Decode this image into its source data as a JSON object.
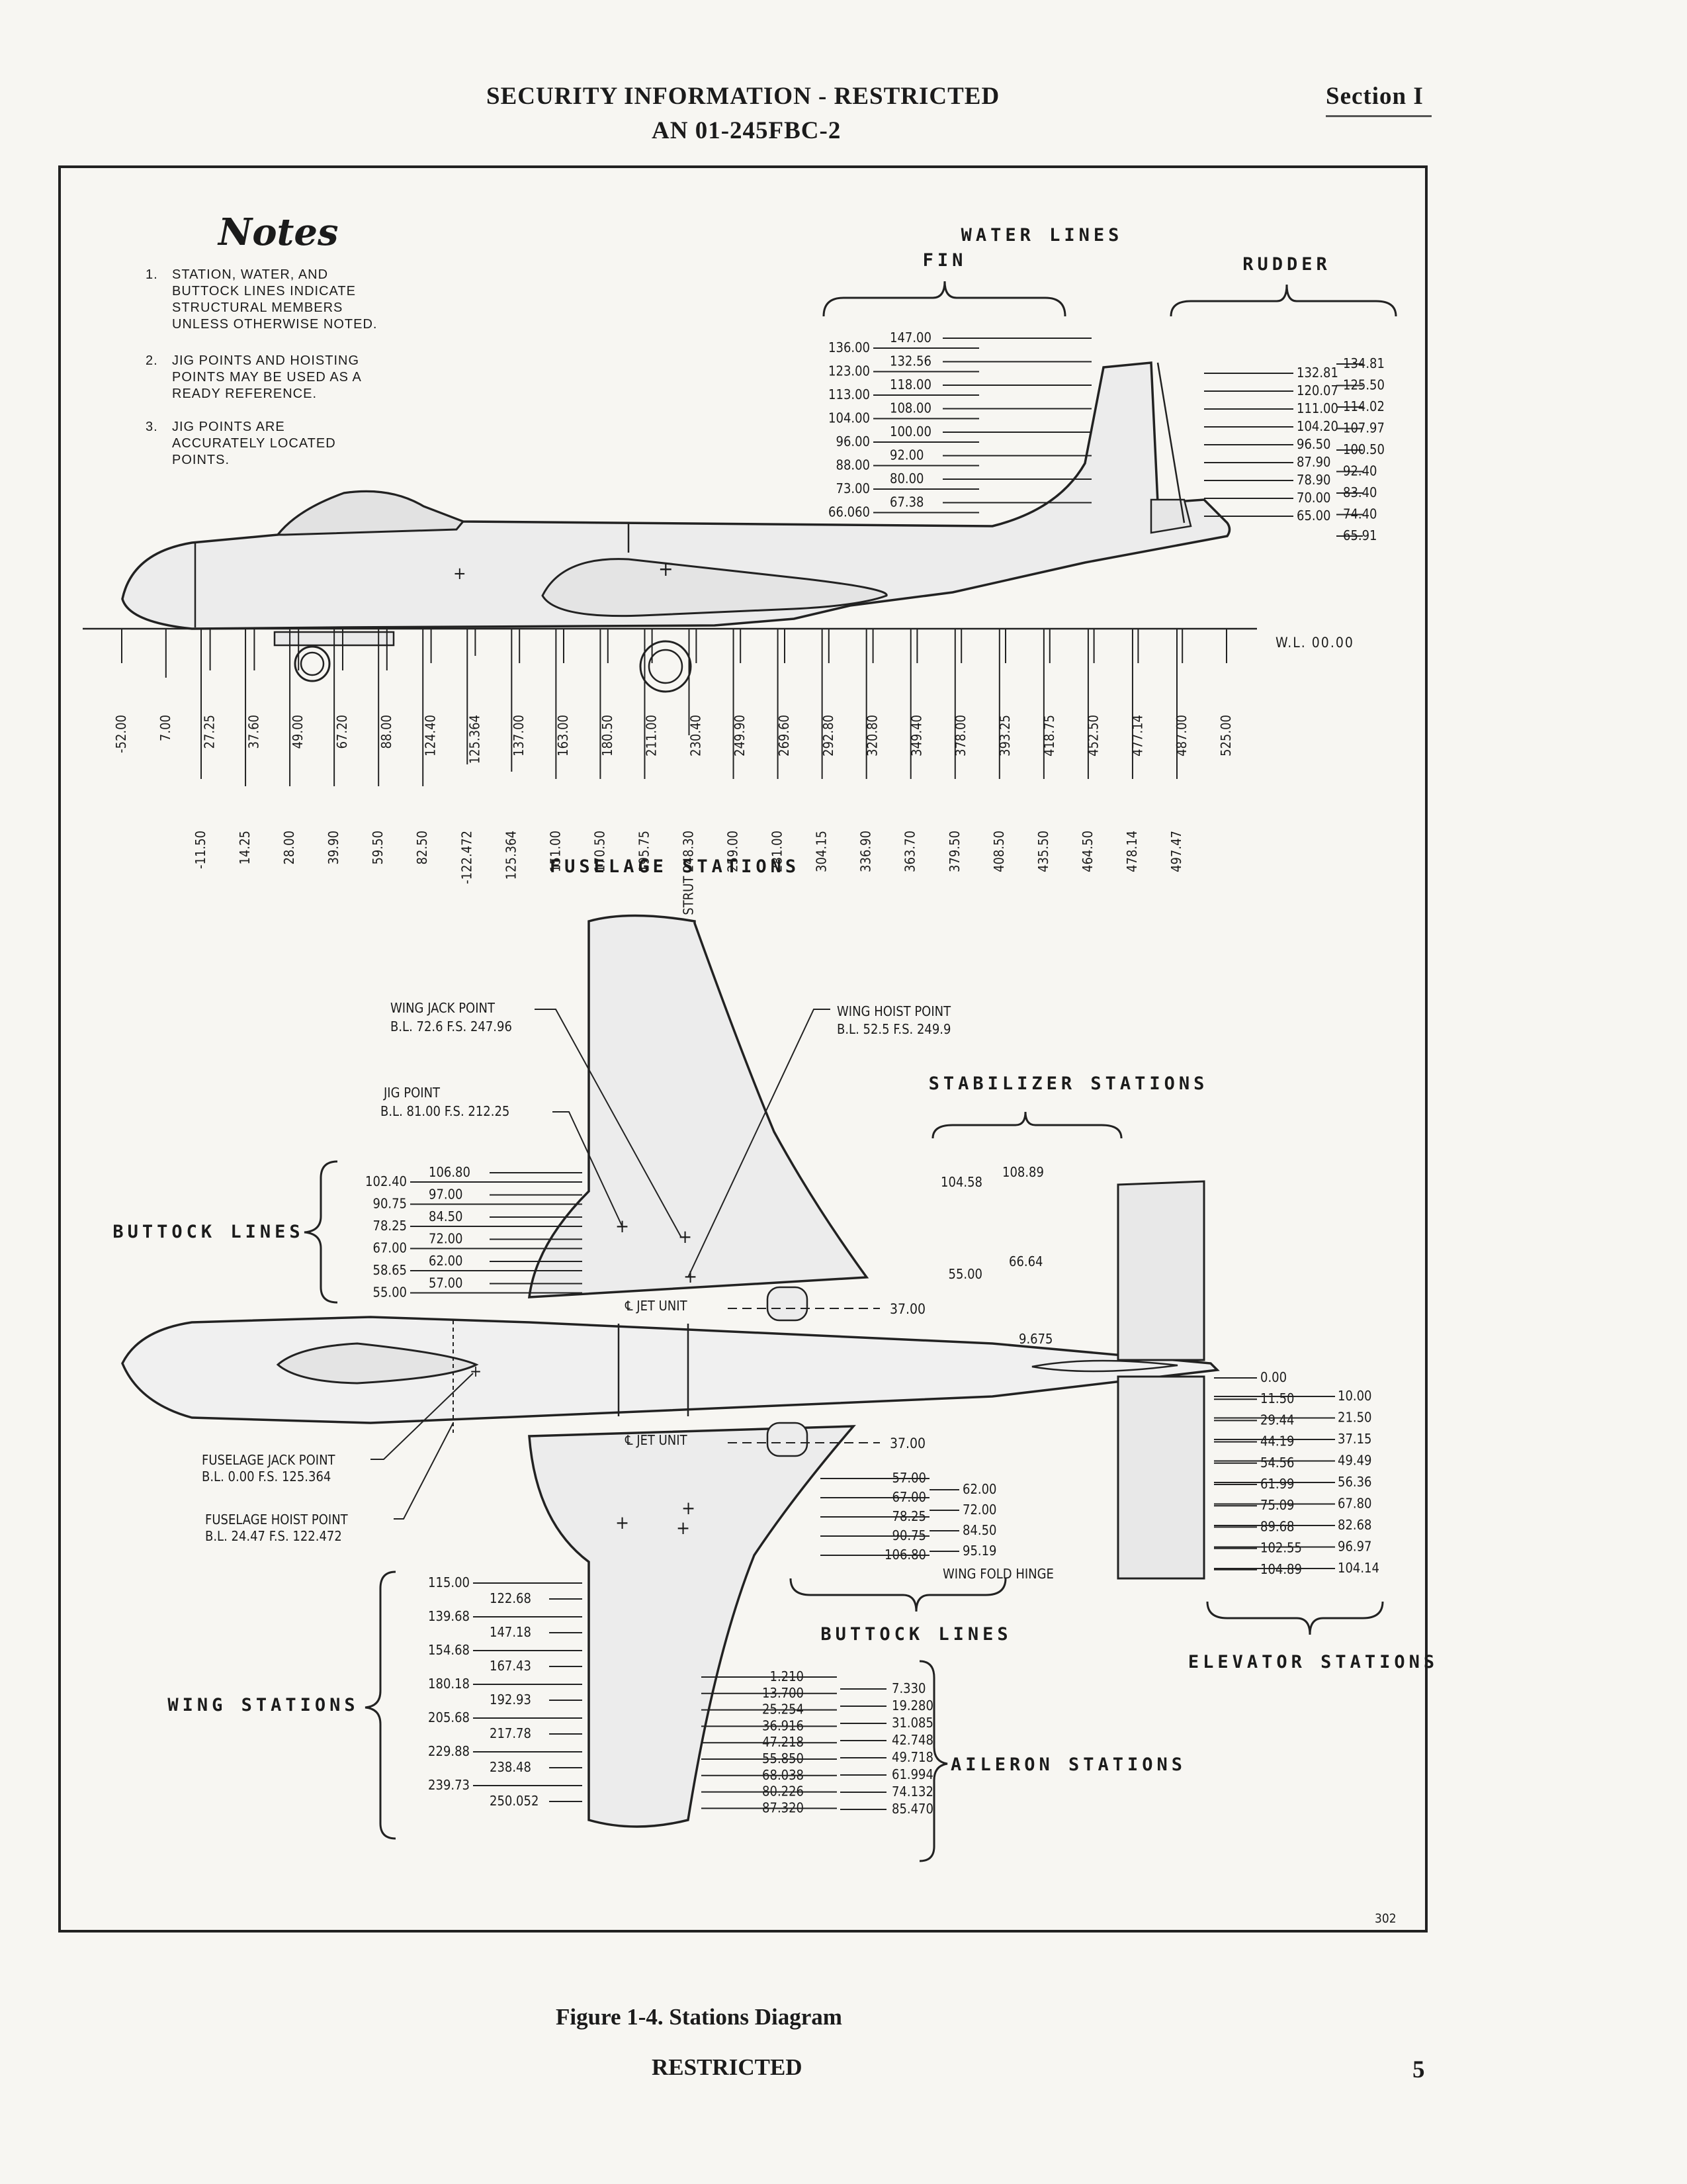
{
  "header": {
    "security": "SECURITY INFORMATION - RESTRICTED",
    "document": "AN 01-245FBC-2",
    "section": "Section I"
  },
  "notes": {
    "title": "Notes",
    "items": [
      {
        "num": "1.",
        "text": "STATION, WATER, AND BUTTOCK LINES INDICATE STRUCTURAL MEMBERS UNLESS OTHERWISE NOTED."
      },
      {
        "num": "2.",
        "text": "JIG POINTS AND HOISTING POINTS MAY BE USED AS A READY REFERENCE."
      },
      {
        "num": "3.",
        "text": "JIG POINTS ARE ACCURATELY LOCATED POINTS."
      }
    ]
  },
  "side_view": {
    "water_lines_title": "WATER LINES",
    "fin_title": "FIN",
    "rudder_title": "RUDDER",
    "fin_left": [
      "136.00",
      "123.00",
      "113.00",
      "104.00",
      "96.00",
      "88.00",
      "73.00",
      "66.060"
    ],
    "fin_right": [
      "147.00",
      "132.56",
      "118.00",
      "108.00",
      "100.00",
      "92.00",
      "80.00",
      "67.38"
    ],
    "rudder_left": [
      "132.81",
      "120.07",
      "111.00",
      "104.20",
      "96.50",
      "87.90",
      "78.90",
      "70.00",
      "65.00"
    ],
    "rudder_right": [
      "134.81",
      "125.50",
      "114.02",
      "107.97",
      "100.50",
      "92.40",
      "83.40",
      "74.40",
      "65.91"
    ],
    "waterline_label": "W.L. 00.00",
    "fuselage_title": "FUSELAGE STATIONS",
    "stations_upper": [
      "-52.00",
      "7.00",
      "27.25",
      "37.60",
      "49.00",
      "67.20",
      "88.00",
      "124.40",
      "125.364",
      "137.00",
      "163.00",
      "180.50",
      "211.00",
      "230.40",
      "249.90",
      "269.60",
      "292.80",
      "320.80",
      "349.40",
      "378.00",
      "393.25",
      "418.75",
      "452.50",
      "477.14",
      "487.00",
      "525.00"
    ],
    "stations_lower": [
      "-11.50",
      "14.25",
      "28.00",
      "39.90",
      "59.50",
      "82.50",
      "-122.472",
      "125.364",
      "151.00",
      "170.50",
      "195.75",
      "STRUT 248.30",
      "259.00",
      "281.00",
      "304.15",
      "336.90",
      "363.70",
      "379.50",
      "408.50",
      "435.50",
      "464.50",
      "478.14",
      "497.47"
    ]
  },
  "plan_view": {
    "wing_jack": {
      "title": "WING JACK POINT",
      "sub": "B.L. 72.6 F.S. 247.96"
    },
    "wing_hoist": {
      "title": "WING HOIST POINT",
      "sub": "B.L. 52.5 F.S. 249.9"
    },
    "jig_point": {
      "title": "JIG POINT",
      "sub": "B.L. 81.00 F.S. 212.25"
    },
    "fuselage_jack": {
      "title": "FUSELAGE JACK POINT",
      "sub": "B.L. 0.00 F.S. 125.364"
    },
    "fuselage_hoist": {
      "title": "FUSELAGE HOIST POINT",
      "sub": "B.L. 24.47 F.S. 122.472"
    },
    "jet_unit": "℄ JET UNIT",
    "jet_unit_value": "37.00",
    "buttock_title": "BUTTOCK LINES",
    "buttock_left": [
      "102.40",
      "90.75",
      "78.25",
      "67.00",
      "58.65",
      "55.00"
    ],
    "buttock_right": [
      "106.80",
      "97.00",
      "84.50",
      "72.00",
      "62.00",
      "57.00"
    ],
    "stabilizer_title": "STABILIZER STATIONS",
    "stabilizer": [
      "104.58",
      "108.89",
      "66.64",
      "55.00",
      "9.675"
    ],
    "elevator_title": "ELEVATOR STATIONS",
    "elevator_left": [
      "0.00",
      "11.50",
      "29.44",
      "44.19",
      "54.56",
      "61.99",
      "75.09",
      "89.68",
      "102.55",
      "104.89"
    ],
    "elevator_right": [
      "10.00",
      "21.50",
      "37.15",
      "49.49",
      "56.36",
      "67.80",
      "82.68",
      "96.97",
      "104.14"
    ],
    "buttock_lower_left": [
      "57.00",
      "67.00",
      "78.25",
      "90.75",
      "106.80"
    ],
    "buttock_lower_right": [
      "62.00",
      "72.00",
      "84.50",
      "95.19"
    ],
    "wing_fold": "WING FOLD HINGE",
    "wing_stations_title": "WING STATIONS",
    "wing_left": [
      "115.00",
      "139.68",
      "154.68",
      "180.18",
      "205.68",
      "229.88",
      "239.73"
    ],
    "wing_right": [
      "122.68",
      "147.18",
      "167.43",
      "192.93",
      "217.78",
      "238.48",
      "250.052"
    ],
    "aileron_title": "AILERON STATIONS",
    "aileron_left": [
      "1.210",
      "13.700",
      "25.254",
      "36.916",
      "47.218",
      "55.850",
      "68.038",
      "80.226",
      "87.320"
    ],
    "aileron_right": [
      "7.330",
      "19.280",
      "31.085",
      "42.748",
      "49.718",
      "61.994",
      "74.132",
      "85.470"
    ],
    "drawing_number": "302"
  },
  "caption": {
    "figure": "Figure 1-4.  Stations Diagram",
    "restricted": "RESTRICTED"
  },
  "page_number": "5"
}
